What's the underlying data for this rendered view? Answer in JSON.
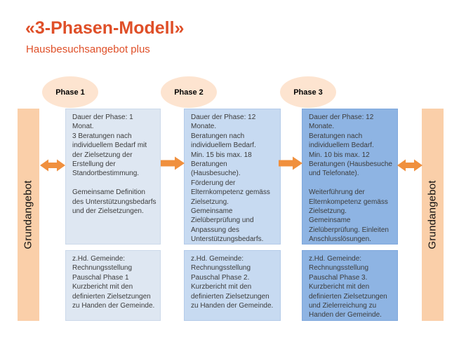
{
  "slide": {
    "title": "«3-Phasen-Modell»",
    "subtitle": "Hausbesuchsangebot plus"
  },
  "sidebars": {
    "left_label": "Grundangebot",
    "right_label": "Grundangebot"
  },
  "phases": [
    {
      "label": "Phase 1",
      "upper": "Dauer der Phase: 1 Monat.\n3 Beratungen nach\nindividuellem Bedarf mit\nder Zielsetzung der\nErstellung der\nStandortbestimmung.\n\nGemeinsame Definition\ndes Unterstützungsbedarfs\nund der Zielsetzungen.",
      "lower": "z.Hd. Gemeinde:\nRechnungsstellung\nPauschal Phase 1\nKurzbericht mit den\ndefinierten Zielsetzungen\nzu Handen der Gemeinde."
    },
    {
      "label": "Phase 2",
      "upper": "Dauer der Phase: 12\nMonate.\nBeratungen nach\nindividuellem Bedarf.\nMin. 15 bis max. 18\nBeratungen\n(Hausbesuche).\nFörderung der\nElternkompetenz gemäss\nZielsetzung.\nGemeinsame\nZielüberprüfung und\nAnpassung des\nUnterstützungsbedarfs.",
      "lower": "z.Hd. Gemeinde:\nRechnungsstellung\nPauschal Phase 2.\nKurzbericht mit den\ndefinierten Zielsetzungen\nzu Handen der Gemeinde."
    },
    {
      "label": "Phase 3",
      "upper": "Dauer der Phase: 12\nMonate.\nBeratungen nach\nindividuellem Bedarf.\nMin. 10 bis max. 12\nBeratungen (Hausbesuche\nund Telefonate).\n\nWeiterführung der\nElternkompetenz gemäss\nZielsetzung.\nGemeinsame\nZielüberprüfung. Einleiten\nAnschlusslösungen.",
      "lower": "z.Hd. Gemeinde:\nRechnungsstellung\nPauschal Phase 3.\nKurzbericht mit den\ndefinierten Zielsetzungen\nund Zielerreichung zu\nHanden der Gemeinde."
    }
  ],
  "colors": {
    "accent_text": "#DF4F28",
    "arrow": "#F0903E",
    "ellipse": "#FDE4D0",
    "sidebar": "#FACFA9",
    "phase_fills": [
      "#DEE7F2",
      "#C7DAF1",
      "#8EB4E3"
    ]
  }
}
